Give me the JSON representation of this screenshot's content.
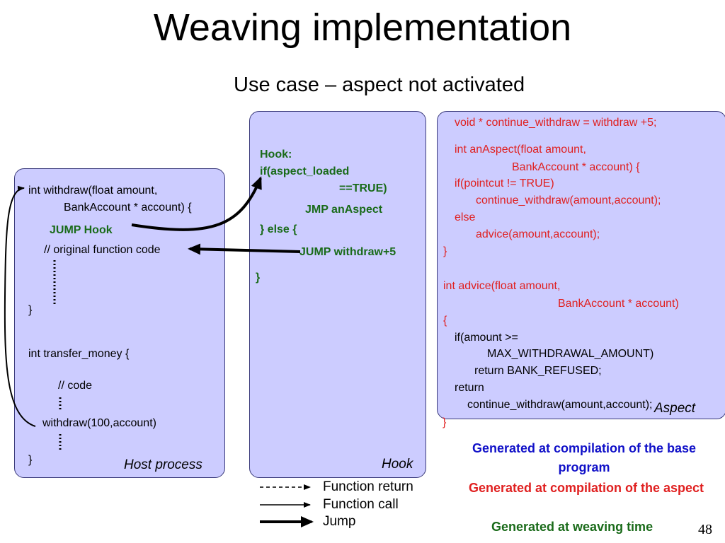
{
  "title": "Weaving implementation",
  "subtitle": "Use case – aspect not activated",
  "host": {
    "label": "Host process",
    "lines": [
      "int withdraw(float amount,",
      "BankAccount * account) {",
      "JUMP Hook",
      "// original function code",
      "}",
      "int transfer_money {",
      "// code",
      "withdraw(100,account)",
      "}"
    ]
  },
  "hook": {
    "label": "Hook",
    "lines": [
      "Hook:",
      "if(aspect_loaded",
      "==TRUE)",
      "JMP anAspect",
      "} else {",
      "JUMP withdraw+5",
      "}"
    ]
  },
  "aspect": {
    "label": "Aspect",
    "lines": [
      "void * continue_withdraw  = withdraw +5;",
      "int anAspect(float amount,",
      "BankAccount * account) {",
      "if(pointcut != TRUE)",
      "continue_withdraw(amount,account);",
      "else",
      "advice(amount,account);",
      "}",
      "int advice(float amount,",
      "BankAccount * account)",
      "{",
      "if(amount  >=",
      "MAX_WITHDRAWAL_AMOUNT)",
      "return BANK_REFUSED;",
      "return",
      "continue_withdraw(amount,account);",
      "}"
    ]
  },
  "legend": {
    "function_return": "Function return",
    "function_call": "Function call",
    "jump": "Jump"
  },
  "notes": {
    "base": "Generated at compilation of the base program",
    "aspect": "Generated at compilation of the aspect",
    "weaving": "Generated at weaving time"
  },
  "page_number": "48",
  "colors": {
    "box_fill": "#ccccff",
    "weaving_text": "#1a6b1a",
    "aspect_text": "#e02020",
    "base_text": "#1010c8"
  }
}
